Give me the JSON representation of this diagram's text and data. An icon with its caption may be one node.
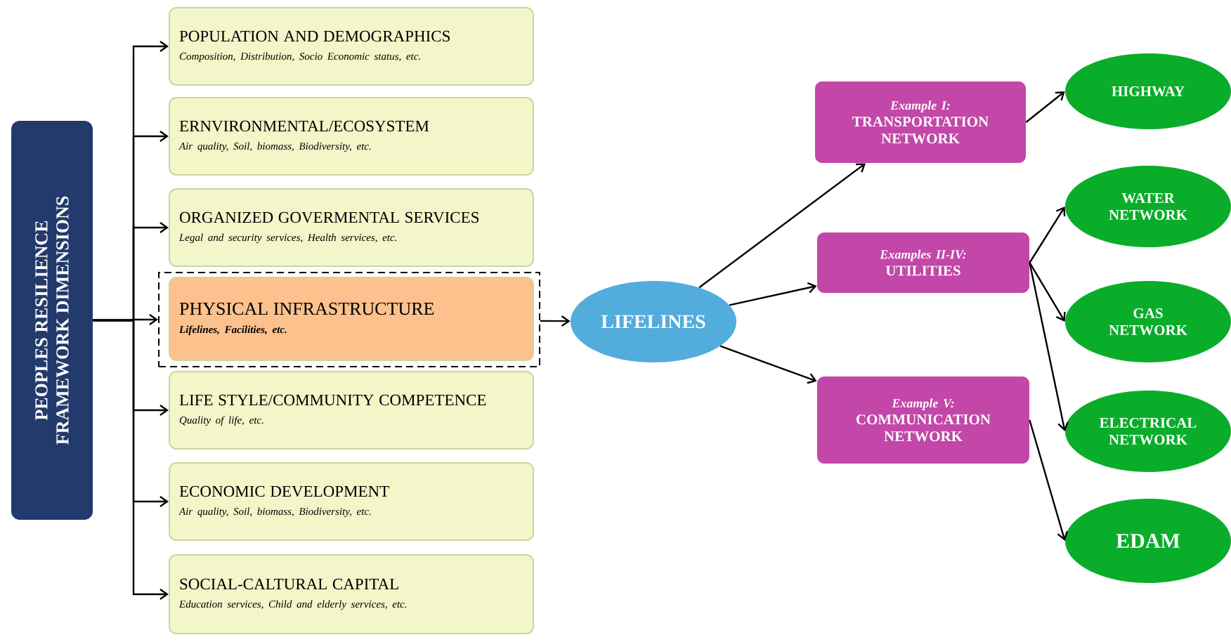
{
  "diagram": {
    "nodes": [
      {
        "text": [
          "PEOPLES RESILIENCE FRAMEWORK DIMENSIONS"
        ]
      },
      {
        "text": [
          "POPULATION AND DEMOGRAPHICS",
          "Composition, Distribution, Socio Economic status, etc."
        ]
      },
      {
        "text": [
          "ERNVIRONMENTAL/ECOSYSTEM",
          "Air quality, Soil, biomass, Biodiversity, etc."
        ]
      },
      {
        "text": [
          "ORGANIZED GOVERMENTAL SERVICES",
          "Legal and security services, Health services, etc."
        ]
      },
      {
        "text": [],
        "shape": "box"
      },
      {
        "text": [
          "PHYSICAL INFRASTRUCTURE",
          "Lifelines, Facilities, etc."
        ],
        "in": 4
      },
      {
        "text": [
          "LIFE STYLE/COMMUNITY COMPETENCE",
          "Quality of life, etc."
        ]
      },
      {
        "text": [
          "ECONOMIC DEVELOPMENT",
          "Air quality, Soil, biomass, Biodiversity, etc."
        ]
      },
      {
        "text": [
          "SOCIAL-CALTURAL CAPITAL",
          "Education services, Child and elderly services, etc."
        ]
      },
      {
        "text": [
          "LIFELINES"
        ]
      },
      {
        "text": [
          "Example I:",
          "TRANSPORTATION NETWORK"
        ]
      },
      {
        "text": [
          "Examples II-IV:",
          "UTILITIES"
        ]
      },
      {
        "text": [
          "Example V:",
          "COMMUNICATION NETWORK"
        ]
      },
      {
        "text": [
          "HIGHWAY"
        ]
      },
      {
        "text": [
          "WATER NETWORK"
        ]
      },
      {
        "text": [
          "GAS NETWORK"
        ]
      },
      {
        "text": [
          "ELECTRICAL NETWORK"
        ]
      },
      {
        "text": [
          "EDAM"
        ]
      }
    ],
    "edges": [
      {
        "from": 0,
        "to": 1,
        "arrow": "to"
      },
      {
        "from": 0,
        "to": 2,
        "arrow": "to"
      },
      {
        "from": 0,
        "to": 3,
        "arrow": "to"
      },
      {
        "from": 0,
        "to": 4,
        "arrow": "to"
      },
      {
        "from": 0,
        "to": 6,
        "arrow": "to"
      },
      {
        "from": 0,
        "to": 7,
        "arrow": "to"
      },
      {
        "from": 0,
        "to": 8,
        "arrow": "to"
      },
      {
        "from": 4,
        "to": 9,
        "arrow": "to"
      },
      {
        "from": 9,
        "to": 10,
        "arrow": "to"
      },
      {
        "from": 9,
        "to": 11,
        "arrow": "to"
      },
      {
        "from": 9,
        "to": 12,
        "arrow": "to"
      },
      {
        "from": 10,
        "to": 13,
        "arrow": "to"
      },
      {
        "from": 11,
        "to": 14,
        "arrow": "to"
      },
      {
        "from": 11,
        "to": 15,
        "arrow": "to"
      },
      {
        "from": 11,
        "to": 16,
        "arrow": "to"
      },
      {
        "from": 12,
        "to": 17,
        "arrow": "to"
      }
    ]
  }
}
